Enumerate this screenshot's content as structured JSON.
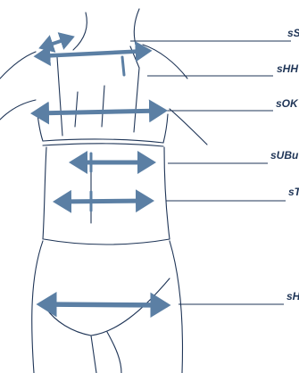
{
  "diagram": {
    "line_color": "#1f3557",
    "arrow_color": "#5b7fa4",
    "labels": [
      {
        "id": "shoulder",
        "text": "sS"
      },
      {
        "id": "back-width",
        "text": "sHH"
      },
      {
        "id": "chest",
        "text": "sOK"
      },
      {
        "id": "underbust",
        "text": "sUBu"
      },
      {
        "id": "waist",
        "text": "sT"
      },
      {
        "id": "hip",
        "text": "sH"
      }
    ]
  }
}
